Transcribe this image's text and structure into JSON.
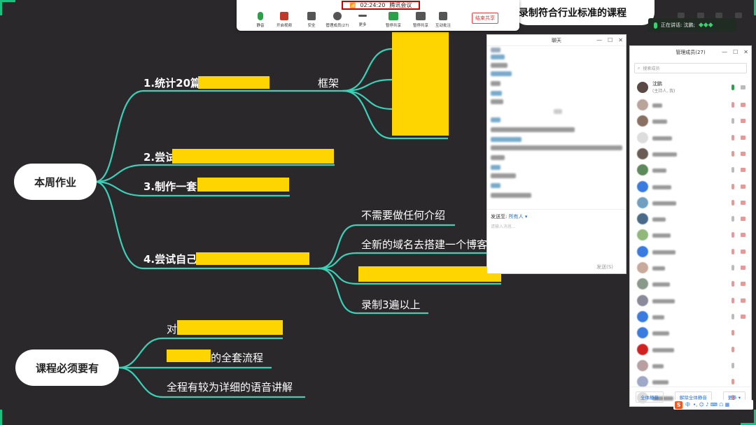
{
  "meeting": {
    "signal": "📶",
    "timer": "02:24:20",
    "app_name": "腾讯会议",
    "toolbar": [
      {
        "label": "静音",
        "icon": "mic-icon",
        "color": "#2aa04a"
      },
      {
        "label": "开启视频",
        "icon": "camera-off-icon",
        "color": "#c0392b"
      },
      {
        "label": "安全",
        "icon": "shield-icon",
        "color": "#444444"
      },
      {
        "label": "管理成员(27)",
        "icon": "people-icon",
        "color": "#444444"
      },
      {
        "label": "更多",
        "icon": "more-icon",
        "color": "#444444"
      },
      {
        "label": "暂停共享",
        "icon": "share-icon",
        "color": "#2aa04a"
      },
      {
        "label": "暂停共享",
        "icon": "pause-icon",
        "color": "#444444"
      },
      {
        "label": "互动批注",
        "icon": "annotate-icon",
        "color": "#444444"
      }
    ],
    "end_share": "结束共享",
    "speaking_label": "正在讲话: 沈鹏;",
    "speaking_dots": "◆◆◆"
  },
  "slide_title": "录制符合行业标准的课程",
  "mindmap": {
    "root1": "本周作业",
    "root2": "课程必须要有",
    "task1": "1.统计20篇",
    "task1_child": "框架",
    "task2": "2.尝试",
    "task3": "3.制作一套",
    "task4": "4.尝试自己",
    "task4_children": [
      "不需要做任何介绍",
      "全新的域名去搭建一个博客",
      "录制3遍以上"
    ],
    "course1": "对",
    "course2": "的全套流程",
    "course3": "全程有较为详细的语音讲解"
  },
  "chat": {
    "title": "聊天",
    "send_to_label": "发送至:",
    "send_to_value": "所有人 ▾",
    "placeholder": "请输入消息...",
    "send_button": "发送(S)"
  },
  "members": {
    "title": "管理成员(27)",
    "search_placeholder": "搜索成员",
    "host_name": "沈鹏",
    "host_role": "(主持人, 我)",
    "mute_all": "全体静音",
    "unmute_all": "解除全体静音",
    "more": "更多 ▾"
  },
  "ime": {
    "logo": "S",
    "lang": "中",
    "icons": "•, ☺ ♪ ⌨ ☖ ▦"
  },
  "colors": {
    "background": "#2b282b",
    "branch": "#3ad1b7",
    "highlight": "#ffd500",
    "edge_accent": "#19c07f"
  }
}
